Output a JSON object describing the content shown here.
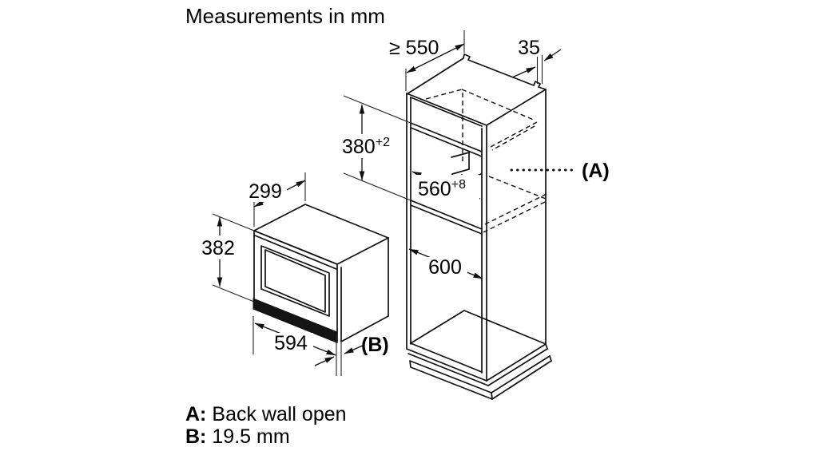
{
  "title": "Measurements in mm",
  "diagram": {
    "dimensions": {
      "cabinet_depth_min": "≥ 550",
      "side_panel": "35",
      "niche_height": "380",
      "niche_height_tolerance": "+2",
      "niche_width": "560",
      "niche_width_tolerance": "+8",
      "lower_niche": "600",
      "appliance_depth": "299",
      "appliance_height": "382",
      "appliance_width": "594"
    },
    "references": {
      "a": "(A)",
      "b": "(B)"
    }
  },
  "legend": {
    "a_key": "A:",
    "a_value": "Back wall open",
    "b_key": "B:",
    "b_value": "19.5 mm"
  },
  "colors": {
    "line": "#111111",
    "background": "#ffffff",
    "text": "#000000"
  }
}
